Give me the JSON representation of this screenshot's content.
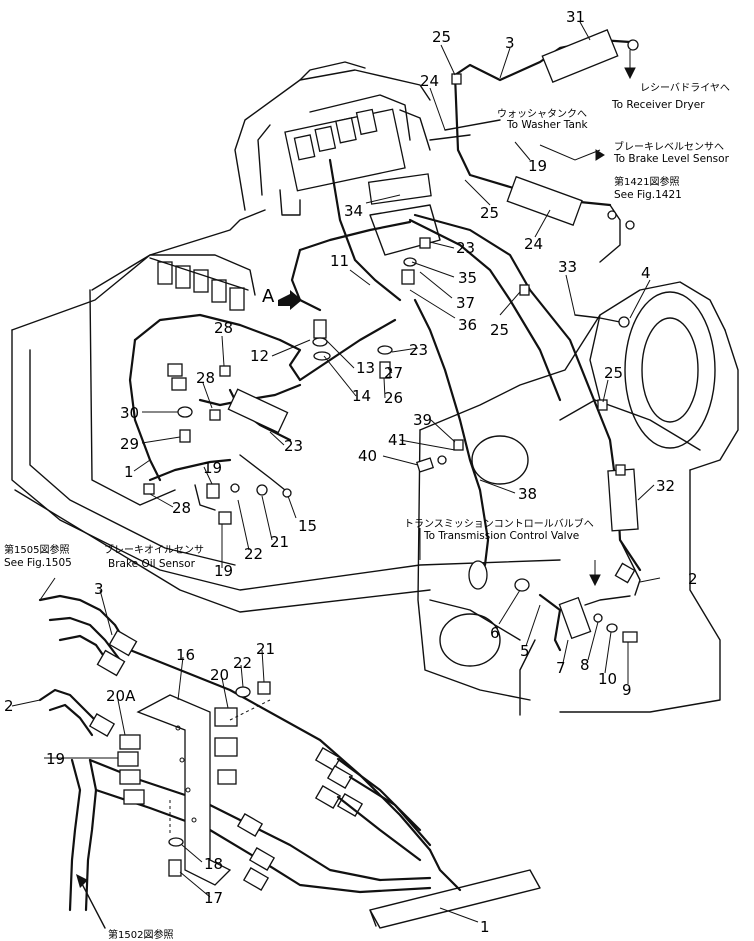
{
  "view_marker": "A",
  "labels": {
    "receiver_jp": "レシーバドライヤへ",
    "receiver_en": "To Receiver Dryer",
    "washer_jp": "ウォッシャタンクへ",
    "washer_en": "To Washer Tank",
    "brake_level_jp": "ブレーキレベルセンサへ",
    "brake_level_en": "To Brake Level Sensor",
    "fig1421_jp": "第1421図参照",
    "fig1421_en": "See Fig.1421",
    "trans_jp": "トランスミッションコントロールバルブへ",
    "trans_en": "To Transmission Control Valve",
    "fig1505_jp": "第1505図参照",
    "fig1505_en": "See Fig.1505",
    "brake_oil_jp": "ブレーキオイルセンサ",
    "brake_oil_en": "Brake Oil Sensor",
    "fig1502_jp": "第1502図参照"
  },
  "callouts": [
    "31",
    "25",
    "3",
    "24",
    "19",
    "25",
    "24",
    "34",
    "23",
    "35",
    "37",
    "36",
    "11",
    "33",
    "4",
    "25",
    "23",
    "27",
    "26",
    "13",
    "14",
    "12",
    "28",
    "28",
    "30",
    "29",
    "1",
    "19",
    "28",
    "23",
    "39",
    "41",
    "40",
    "38",
    "25",
    "32",
    "15",
    "21",
    "22",
    "19",
    "2",
    "6",
    "5",
    "7",
    "8",
    "10",
    "9",
    "3",
    "2",
    "16",
    "20",
    "22",
    "21",
    "20A",
    "19",
    "18",
    "17",
    "1"
  ]
}
